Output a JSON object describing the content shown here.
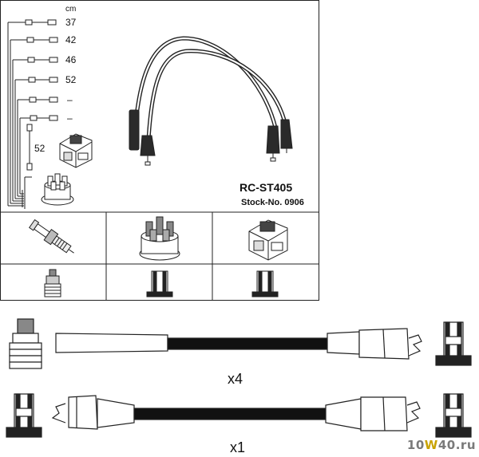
{
  "lengths": {
    "unit": "cm",
    "rows": [
      "37",
      "42",
      "46",
      "52",
      "–",
      "–"
    ],
    "coil_lead": "52"
  },
  "product": {
    "code": "RC-ST405",
    "stock_label": "Stock-No. 0906"
  },
  "quantities": {
    "spark_plug_leads": "x4",
    "coil_lead": "x1"
  },
  "watermark": {
    "prefix": "10",
    "middle": "W",
    "suffix": "40.ru"
  },
  "icons": [
    "spark-plug-icon",
    "distributor-cap-icon",
    "ignition-coil-icon",
    "plug-terminal-icon",
    "cap-terminal-icon",
    "coil-terminal-icon"
  ]
}
